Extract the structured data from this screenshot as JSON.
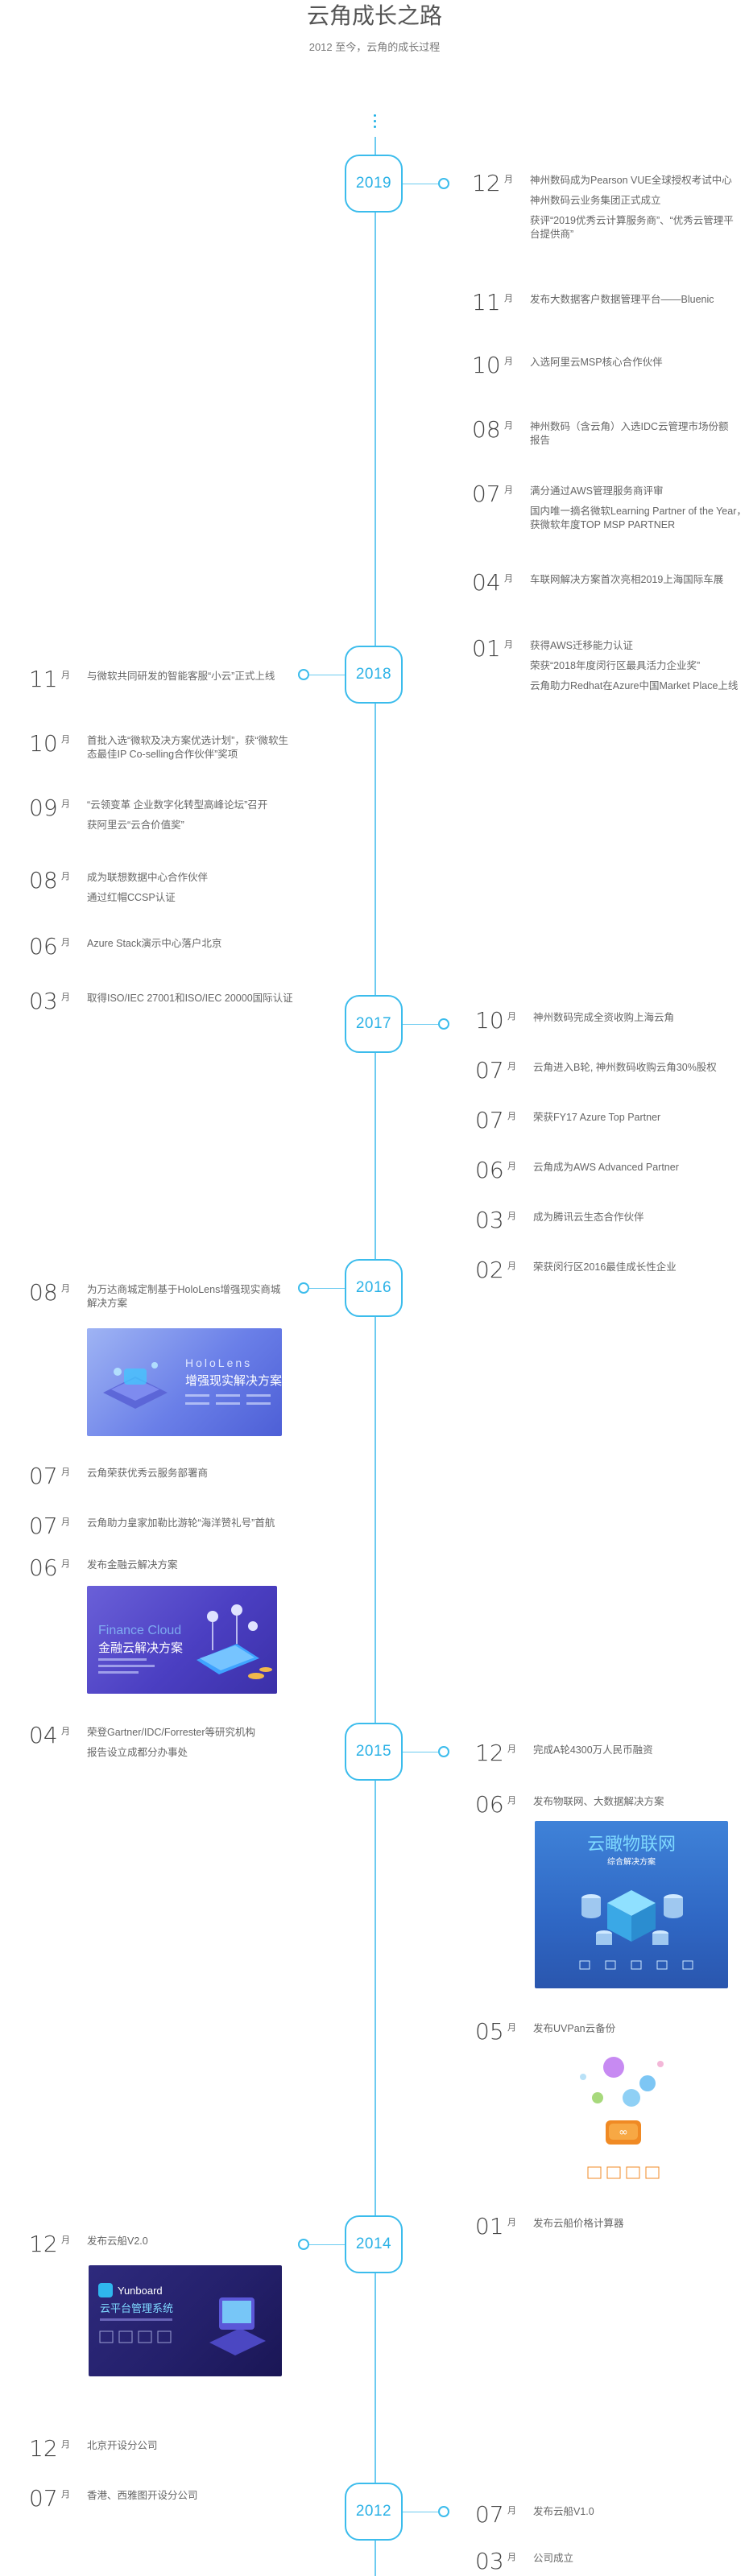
{
  "header": {
    "title": "云角成长之路",
    "subtitle": "2012 至今，云角的成长过程"
  },
  "timeline": [
    {
      "year": "2019",
      "items": [
        {
          "month": "12",
          "unit": "月",
          "lines": [
            "神州数码成为Pearson VUE全球授权考试中心",
            "神州数码云业务集团正式成立",
            "获评“2019优秀云计算服务商”、“优秀云管理平台提供商”"
          ]
        },
        {
          "month": "11",
          "unit": "月",
          "lines": [
            "发布大数据客户数据管理平台——Bluenic"
          ]
        },
        {
          "month": "10",
          "unit": "月",
          "lines": [
            "入选阿里云MSP核心合作伙伴"
          ]
        },
        {
          "month": "08",
          "unit": "月",
          "lines": [
            "神州数码（含云角）入选IDC云管理市场份额报告"
          ]
        },
        {
          "month": "07",
          "unit": "月",
          "lines": [
            "满分通过AWS管理服务商评审",
            "国内唯一摘名微软Learning Partner of the Year，获微软年度TOP MSP PARTNER"
          ]
        },
        {
          "month": "04",
          "unit": "月",
          "lines": [
            "车联网解决方案首次亮相2019上海国际车展"
          ]
        },
        {
          "month": "01",
          "unit": "月",
          "lines": [
            "获得AWS迁移能力认证",
            "荣获“2018年度闵行区最具活力企业奖”",
            "云角助力Redhat在Azure中国Market Place上线"
          ]
        }
      ]
    },
    {
      "year": "2018",
      "items": [
        {
          "month": "11",
          "unit": "月",
          "lines": [
            "与微软共同研发的智能客服“小云”正式上线"
          ]
        },
        {
          "month": "10",
          "unit": "月",
          "lines": [
            "首批入选“微软及决方案优选计划”，获“微软生态最佳IP Co-selling合作伙伴”奖项"
          ]
        },
        {
          "month": "09",
          "unit": "月",
          "lines": [
            "“云领变革 企业数字化转型高峰论坛”召开",
            "获阿里云“云合价值奖”"
          ]
        },
        {
          "month": "08",
          "unit": "月",
          "lines": [
            "成为联想数据中心合作伙伴",
            "通过红帽CCSP认证"
          ]
        },
        {
          "month": "06",
          "unit": "月",
          "lines": [
            "Azure Stack演示中心落户北京"
          ]
        },
        {
          "month": "03",
          "unit": "月",
          "lines": [
            "取得ISO/IEC 27001和ISO/IEC 20000国际认证"
          ]
        }
      ]
    },
    {
      "year": "2017",
      "items": [
        {
          "month": "10",
          "unit": "月",
          "lines": [
            "神州数码完成全资收购上海云角"
          ]
        },
        {
          "month": "07",
          "unit": "月",
          "lines": [
            "云角进入B轮, 神州数码收购云角30%股权"
          ]
        },
        {
          "month": "07",
          "unit": "月",
          "lines": [
            "荣获FY17 Azure Top Partner"
          ]
        },
        {
          "month": "06",
          "unit": "月",
          "lines": [
            "云角成为AWS Advanced Partner"
          ]
        },
        {
          "month": "03",
          "unit": "月",
          "lines": [
            "成为腾讯云生态合作伙伴"
          ]
        },
        {
          "month": "02",
          "unit": "月",
          "lines": [
            "荣获闵行区2016最佳成长性企业"
          ]
        }
      ]
    },
    {
      "year": "2016",
      "items": [
        {
          "month": "08",
          "unit": "月",
          "lines": [
            "为万达商城定制基于HoloLens增强现实商城解决方案"
          ],
          "image": {
            "title": "HoloLens",
            "subtitle": "增强现实解决方案"
          }
        },
        {
          "month": "07",
          "unit": "月",
          "lines": [
            "云角荣获优秀云服务部署商"
          ]
        },
        {
          "month": "07",
          "unit": "月",
          "lines": [
            "云角助力皇家加勒比游轮“海洋赞礼号”首航"
          ]
        },
        {
          "month": "06",
          "unit": "月",
          "lines": [
            "发布金融云解决方案"
          ],
          "image": {
            "title": "Finance Cloud",
            "subtitle": "金融云解决方案"
          }
        }
      ]
    },
    {
      "year": "2015",
      "items": [
        {
          "month": "04",
          "unit": "月",
          "lines": [
            "荣登Gartner/IDC/Forrester等研究机构",
            "报告设立成都分办事处"
          ]
        },
        {
          "month": "12",
          "unit": "月",
          "lines": [
            "完成A轮4300万人民币融资"
          ]
        },
        {
          "month": "06",
          "unit": "月",
          "lines": [
            "发布物联网、大数据解决方案"
          ],
          "image": {
            "title": "云瞰物联网",
            "subtitle": "综合解决方案"
          }
        },
        {
          "month": "05",
          "unit": "月",
          "lines": [
            "发布UVPan云备份"
          ]
        },
        {
          "month": "01",
          "unit": "月",
          "lines": [
            "发布云船价格计算器"
          ]
        }
      ]
    },
    {
      "year": "2014",
      "items": [
        {
          "month": "12",
          "unit": "月",
          "lines": [
            "发布云船V2.0"
          ],
          "image": {
            "title": "Yunboard",
            "subtitle": "云平台管理系统"
          }
        },
        {
          "month": "12",
          "unit": "月",
          "lines": [
            "北京开设分公司"
          ]
        },
        {
          "month": "07",
          "unit": "月",
          "lines": [
            "香港、西雅图开设分公司"
          ]
        }
      ]
    },
    {
      "year": "2012",
      "items": [
        {
          "month": "07",
          "unit": "月",
          "lines": [
            "发布云船V1.0"
          ]
        },
        {
          "month": "03",
          "unit": "月",
          "lines": [
            "公司成立"
          ]
        }
      ]
    }
  ],
  "colors": {
    "accent": "#29b1e6",
    "axis": "#6ccbf0",
    "text": "#666666",
    "month": "#444444"
  }
}
